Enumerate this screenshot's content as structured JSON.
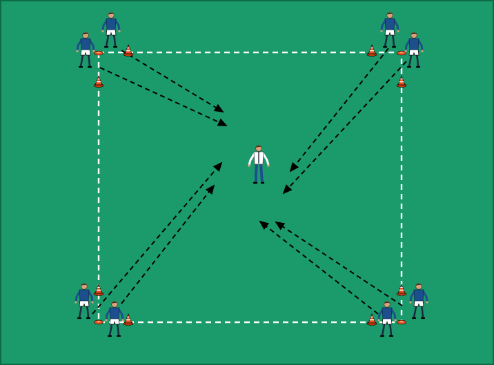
{
  "diagram": {
    "pitch_color": "#1b9a6c",
    "border_color": "#0d6b45",
    "boundary_color": "#ffffff",
    "arrow_color": "#000000",
    "cone_color": "#e8501e",
    "disc_color": "#e8501e",
    "player_shirt_color": "#1d4f8c",
    "player_shorts_color": "#ffffff",
    "coach_shirt_color": "#ffffff",
    "coach_trousers_color": "#1d4f8c",
    "players_count": 8,
    "coaches_count": 1,
    "cones_count": 8,
    "discs_count": 4,
    "pass_arrows_count": 8
  }
}
